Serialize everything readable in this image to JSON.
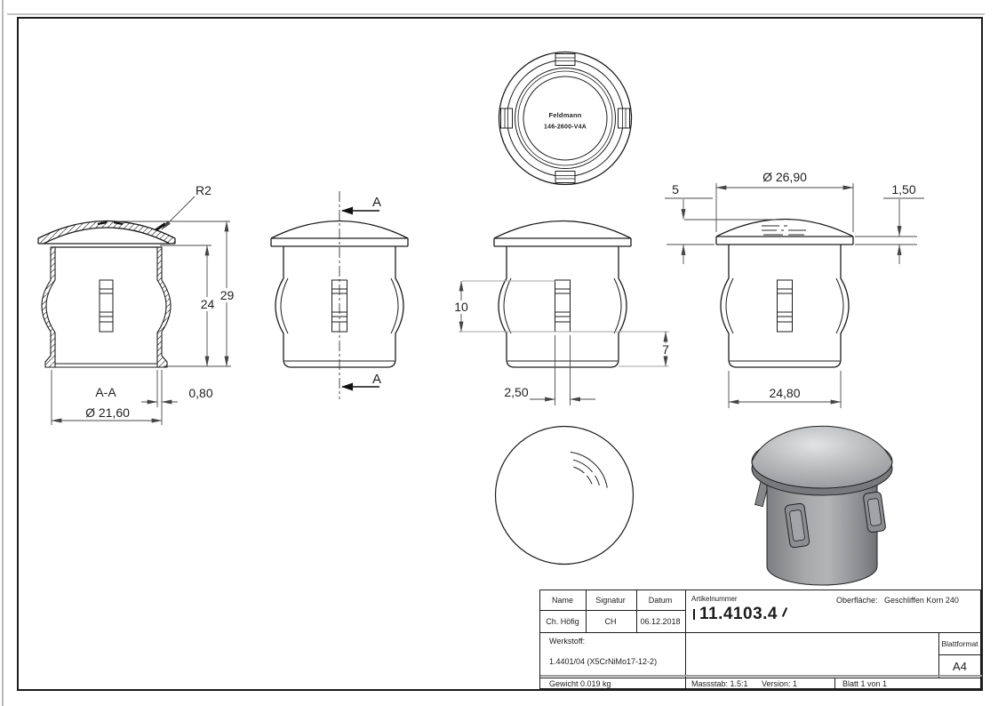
{
  "drawing": {
    "stamp": {
      "line1": "Feldmann",
      "line2": "146-2600-V4A"
    },
    "dims": {
      "r2": "R2",
      "h24": "24",
      "h29": "29",
      "section": "A-A",
      "dia_body": "Ø 21,60",
      "wall": "0,80",
      "sec_a": "A",
      "d10": "10",
      "d7": "7",
      "d250": "2,50",
      "d5": "5",
      "dia_cap": "Ø 26,90",
      "d150": "1,50",
      "d2480": "24,80"
    },
    "titleblock": {
      "name_label": "Name",
      "signatur_label": "Signatur",
      "datum_label": "Datum",
      "name": "Ch. Höfig",
      "signatur": "CH",
      "datum": "06.12.2018",
      "artikelnummer_label": "Artikelnummer",
      "artikelnummer": "11.4103.4",
      "oberflaeche_label": "Oberfläche:",
      "oberflaeche": "Geschliffen Korn 240",
      "werkstoff_label": "Werkstoff:",
      "werkstoff": "1.4401/04 (X5CrNiMo17-12-2)",
      "blattformat_label": "Blattformat",
      "blattformat": "A4",
      "gewicht": "Gewicht 0.019 kg",
      "massstab": "Massstab: 1.5:1",
      "version": "Version: 1",
      "blatt": "Blatt 1 von 1"
    }
  }
}
